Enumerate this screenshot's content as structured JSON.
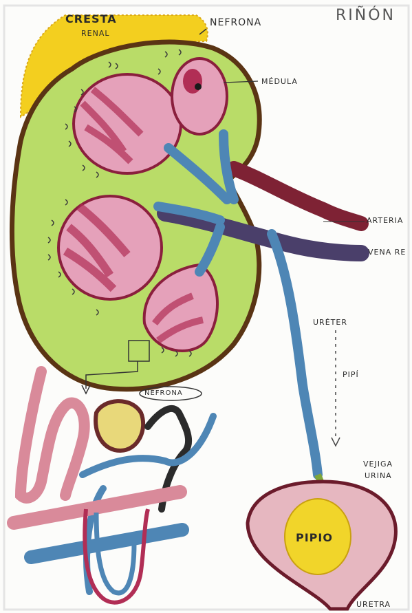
{
  "labels": {
    "cresta": "CRESTA",
    "renal": "RENAL",
    "nefrona_top": "NEFRONA",
    "header_partial": "RIÑÓN",
    "medula": "MÉDULA",
    "arteria": "ARTERIA",
    "vena": "VENA RE",
    "ureter": "URÉTER",
    "pipi_arrow": "PIPÍ",
    "nefrona_inset": "NEFRONA",
    "vejiga": "VEJIGA",
    "urinaria": "URINA",
    "pipio": "PIPIO",
    "uretra": "URETRA"
  },
  "colors": {
    "cortex_yellow": "#f3cf1f",
    "kidney_green": "#b9dc68",
    "pyramid_pink": "#e5a1ba",
    "pyramid_red": "#b12e55",
    "vessel_blue": "#4e86b5",
    "vessel_red": "#7e2234",
    "outline": "#5a3414",
    "bladder_pink": "#e6b7c0",
    "urine_yellow": "#f1d52a"
  }
}
